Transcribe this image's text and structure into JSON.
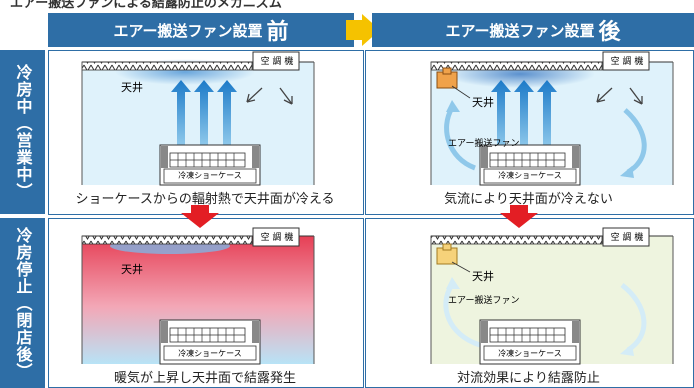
{
  "top_strip": {
    "text": "エアー搬送ファンによる結露防止のメカニズム"
  },
  "columns": {
    "before": {
      "label": "エアー搬送ファン設置",
      "suffix": "前"
    },
    "after": {
      "label": "エアー搬送ファン設置",
      "suffix": "後"
    }
  },
  "rows": {
    "cooling": "冷房中（営業中）",
    "stopped": "冷房停止（閉店後）"
  },
  "labels": {
    "aircon": "空 調 機",
    "ceiling": "天井",
    "showcase": "冷凍ショーケース",
    "fan": "エアー搬送ファン"
  },
  "captions": {
    "cooling_before": "ショーケースからの輻射熱で天井面が冷える",
    "cooling_after": "気流により天井面が冷えない",
    "stopped_before": "暖気が上昇し天井面で結露発生",
    "stopped_after": "対流効果により結露防止"
  },
  "colors": {
    "header_blue": "#2e6ea6",
    "arrow_red": "#e31e24",
    "yellow": "#f5c200"
  }
}
